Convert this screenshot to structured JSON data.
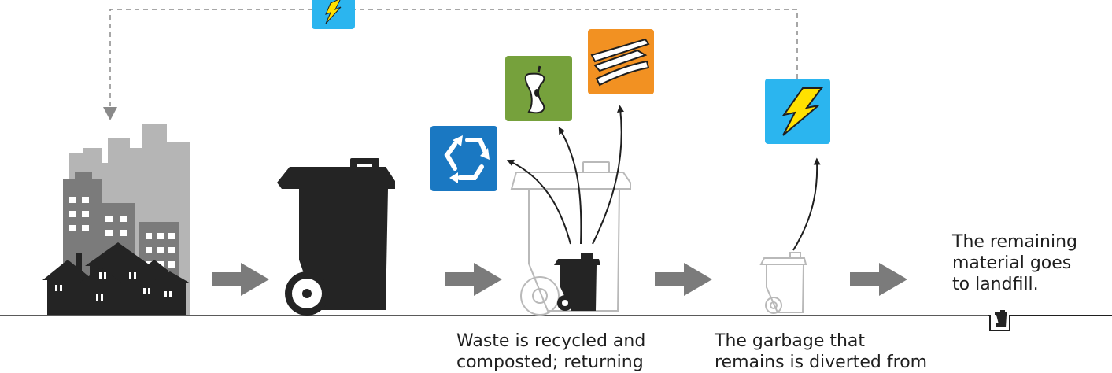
{
  "colors": {
    "recycle": "#1a78c2",
    "compost": "#76a13c",
    "wood": "#f29122",
    "energy": "#2bb5ef",
    "energy_bolt": "#ffe100",
    "dark": "#242424",
    "mid_gray": "#7b7b7b",
    "light_gray": "#b5b5b5",
    "outline_gray": "#b9b9b9"
  },
  "icons": {
    "recycle": "recycle-icon",
    "compost": "apple-core-icon",
    "wood": "wood-planks-icon",
    "energy": "lightning-bolt-icon"
  },
  "captions": {
    "recycle_step": [
      "Waste is recycled and",
      "composted; returning"
    ],
    "energy_step": [
      "The garbage that",
      "remains is diverted from"
    ],
    "landfill_step": [
      "The remaining",
      "material goes",
      "to landfill."
    ]
  }
}
